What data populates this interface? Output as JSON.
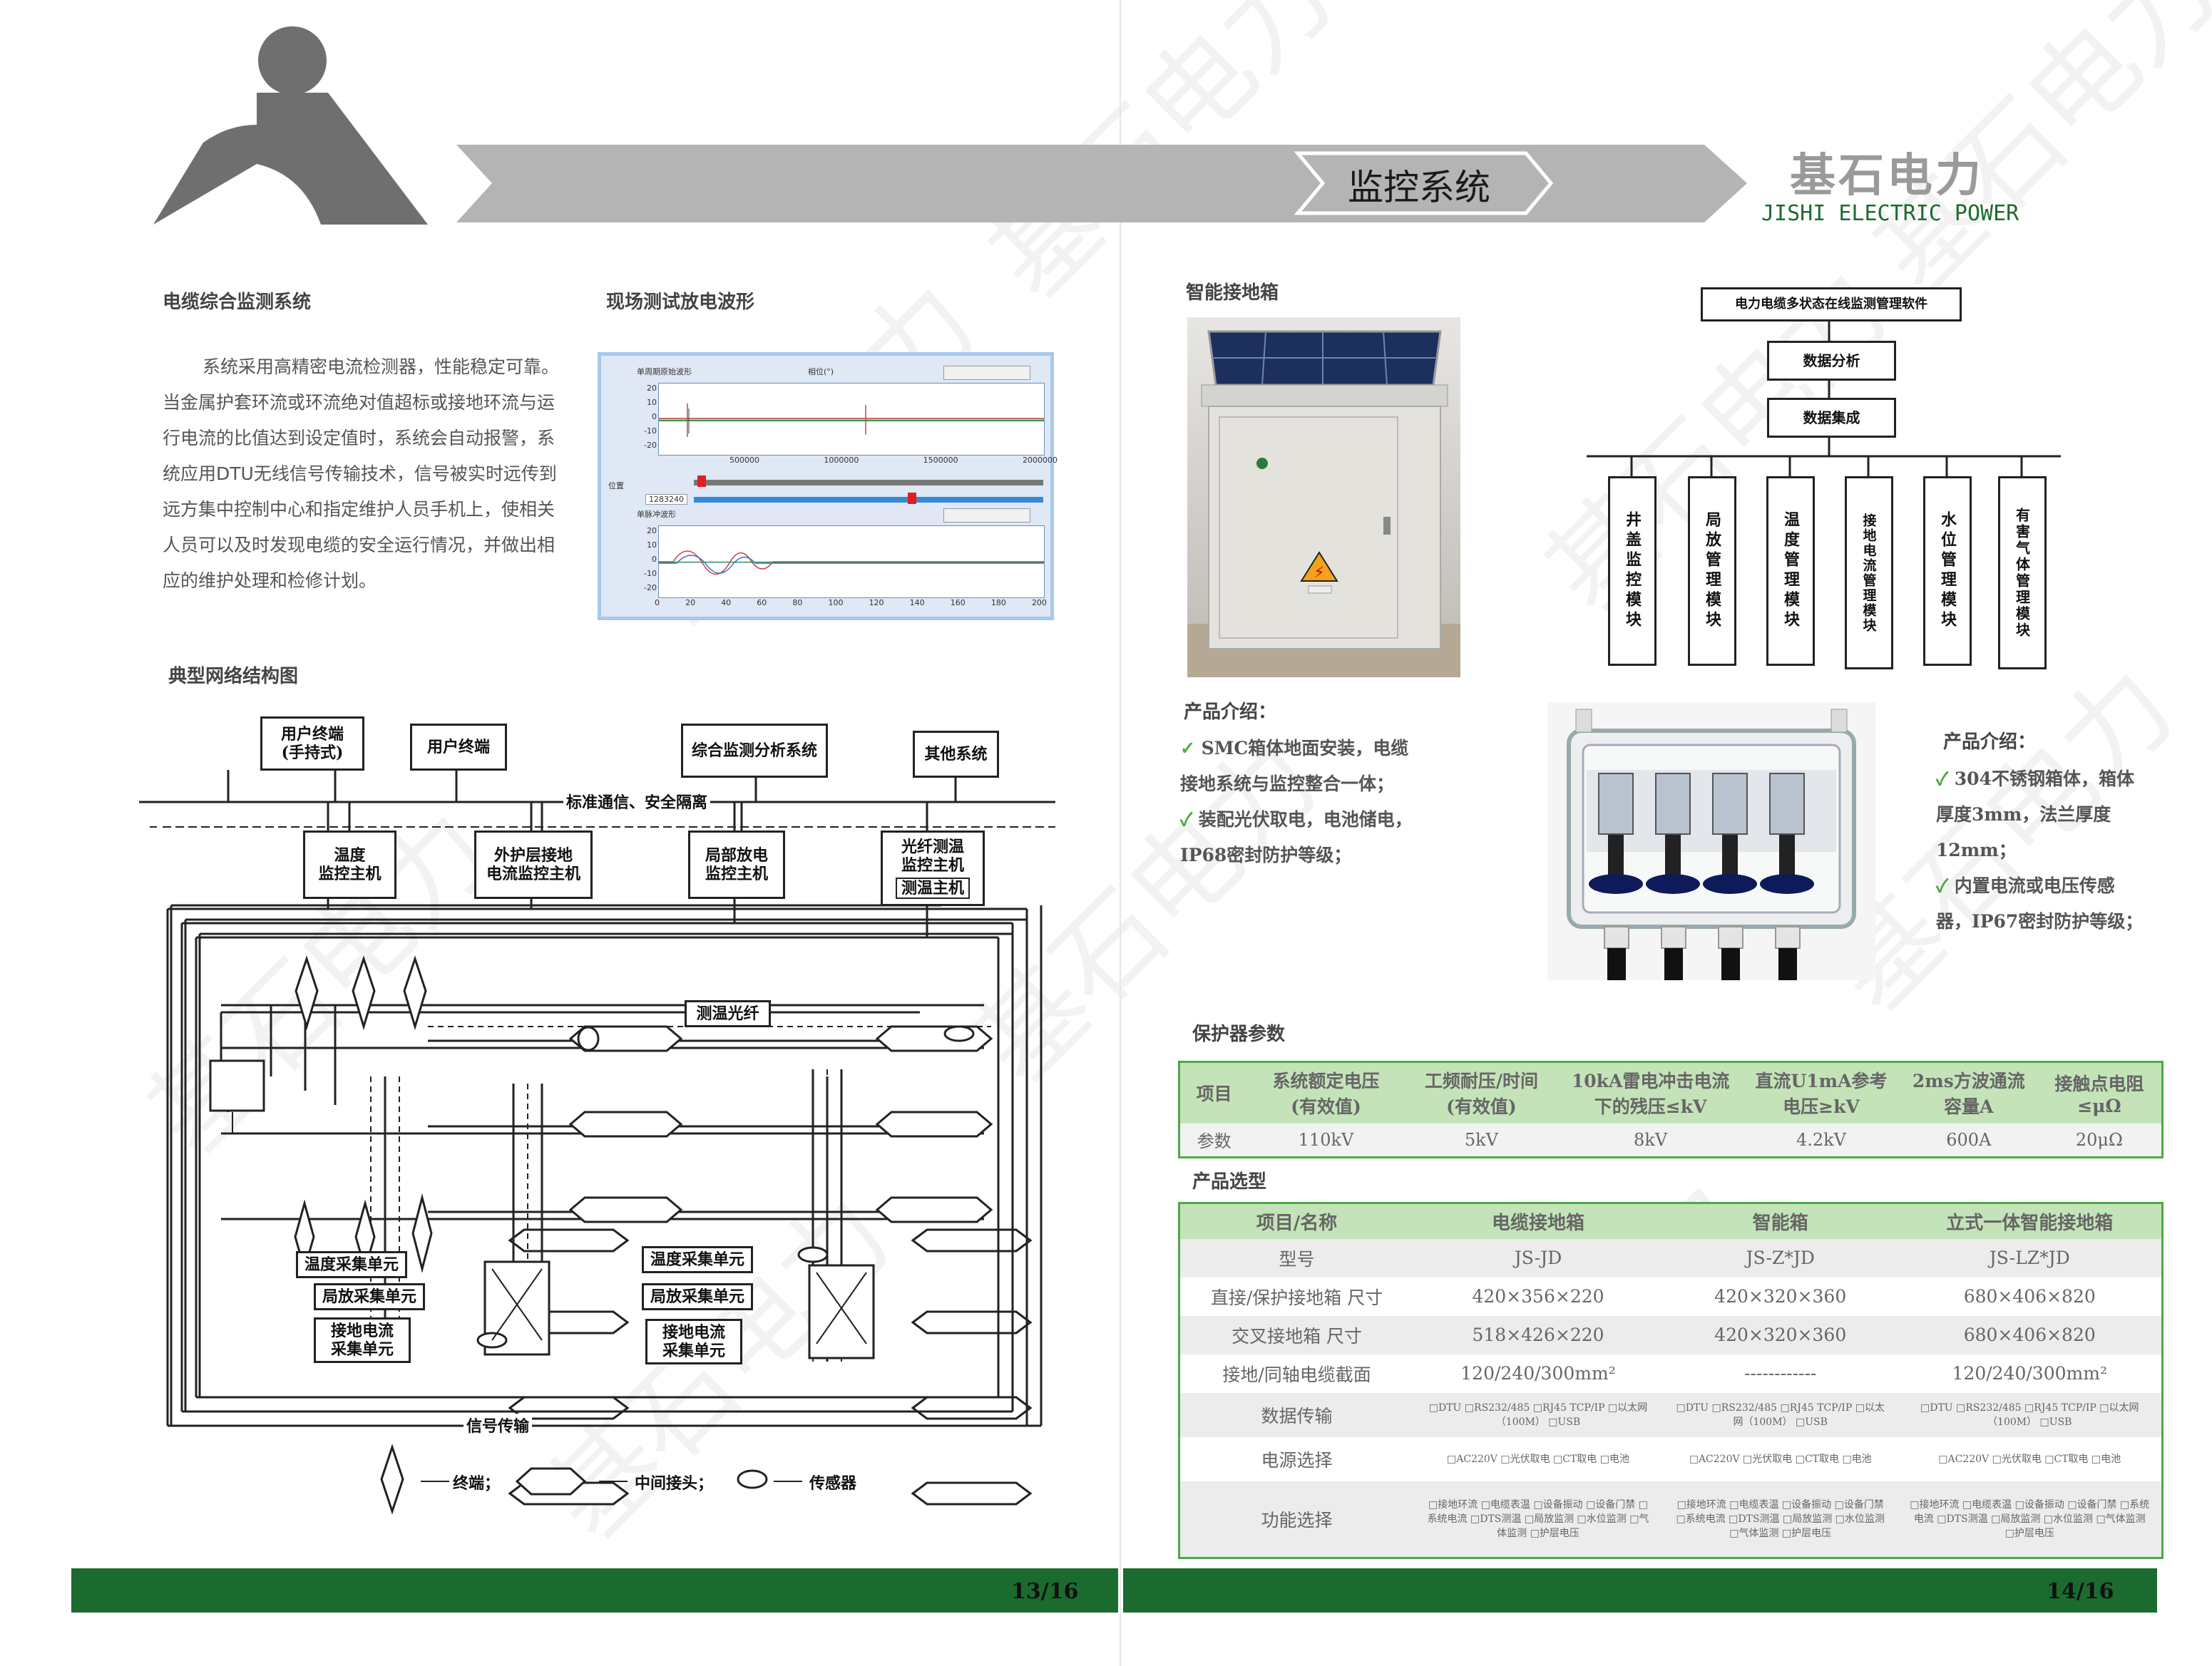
{
  "header": {
    "title": "监控系统",
    "brand_cn": "基石电力",
    "brand_en": "JISHI ELECTRIC POWER",
    "watermark": "基石电力"
  },
  "left_page": {
    "section1_title": "电缆综合监测系统",
    "section1_body": "系统采用高精密电流检测器，性能稳定可靠。当金属护套环流或环流绝对值超标或接地环流与运行电流的比值达到设定值时，系统会自动报警，系统应用DTU无线信号传输技术，信号被实时远传到远方集中控制中心和指定维护人员手机上，使相关人员可以及时发现电缆的安全运行情况，并做出相应的维护处理和检修计划。",
    "section2_title": "现场测试放电波形",
    "waveform": {
      "top_label": "单周期原始波形",
      "phase_label": "相位(°)",
      "top_yticks": [
        "20",
        "10",
        "0",
        "-10",
        "-20"
      ],
      "top_xticks": [
        "500000",
        "1000000",
        "1500000",
        "2000000"
      ],
      "position_label": "位置",
      "position_value": "1283240",
      "bottom_label": "单脉冲波形",
      "bottom_yticks": [
        "20",
        "10",
        "0",
        "-10",
        "-20"
      ],
      "bottom_xticks": [
        "0",
        "20",
        "40",
        "60",
        "80",
        "100",
        "120",
        "140",
        "160",
        "180",
        "200"
      ]
    },
    "section3_title": "典型网络结构图",
    "diagram": {
      "user_handheld": "用户终端\n(手持式)",
      "user_terminal": "用户终端",
      "analysis_system": "综合监测分析系统",
      "other_system": "其他系统",
      "comm_label": "标准通信、安全隔离",
      "temp_host": "温度\n监控主机",
      "sheath_host": "外护层接地\n电流监控主机",
      "pd_host": "局部放电\n监控主机",
      "fiber_host_top": "光纤测温\n监控主机",
      "fiber_host_bottom": "测温主机",
      "fiber_label": "测温光纤",
      "temp_unit": "温度采集单元",
      "pd_unit": "局放采集单元",
      "ground_unit": "接地电流\n采集单元",
      "signal_label": "信号传输",
      "legend_terminal": "终端；",
      "legend_joint": "中间接头；",
      "legend_sensor": "传感器"
    },
    "page_number": "13/16"
  },
  "right_page": {
    "box_title": "智能接地箱",
    "box_intro_title": "产品介绍：",
    "box_intro_items": [
      "SMC箱体地面安装，电缆接地系统与监控整合一体；",
      "装配光伏取电，电池储电，IP68密封防护等级；"
    ],
    "box_warning": "⚡",
    "software": {
      "top": "电力电缆多状态在线监测管理软件",
      "analysis": "数据分析",
      "integration": "数据集成",
      "modules": [
        "井盖监控模块",
        "局放管理模块",
        "温度管理模块",
        "接地电流管理模块",
        "水位管理模块",
        "有害气体管理模块"
      ]
    },
    "steel_intro_title": "产品介绍：",
    "steel_intro_items": [
      "304不锈钢箱体，箱体厚度3mm，法兰厚度12mm；",
      "内置电流或电压传感器，IP67密封防护等级；"
    ],
    "params_title": "保护器参数",
    "params_headers": [
      "项目",
      "系统额定电压(有效值)",
      "工频耐压/时间(有效值)",
      "10kA雷电冲击电流下的残压≤kV",
      "直流U1mA参考电压≥kV",
      "2ms方波通流容量A",
      "接触点电阻≤μΩ"
    ],
    "params_row": [
      "参数",
      "110kV",
      "5kV",
      "8kV",
      "4.2kV",
      "600A",
      "20μΩ"
    ],
    "select_title": "产品选型",
    "select_headers": [
      "项目/名称",
      "电缆接地箱",
      "智能箱",
      "立式一体智能接地箱"
    ],
    "select_rows": [
      [
        "型号",
        "JS-JD",
        "JS-Z*JD",
        "JS-LZ*JD"
      ],
      [
        "直接/保护接地箱 尺寸",
        "420×356×220",
        "420×320×360",
        "680×406×820"
      ],
      [
        "交叉接地箱 尺寸",
        "518×426×220",
        "420×320×360",
        "680×406×820"
      ],
      [
        "接地/同轴电缆截面",
        "120/240/300mm²",
        "------------",
        "120/240/300mm²"
      ],
      [
        "数据传输",
        "□DTU □RS232/485 □RJ45 TCP/IP □以太网（100M） □USB",
        "□DTU □RS232/485 □RJ45 TCP/IP □以太网（100M） □USB",
        "□DTU □RS232/485 □RJ45 TCP/IP □以太网（100M） □USB"
      ],
      [
        "电源选择",
        "□AC220V □光伏取电 □CT取电 □电池",
        "□AC220V □光伏取电 □CT取电 □电池",
        "□AC220V □光伏取电 □CT取电 □电池"
      ],
      [
        "功能选择",
        "□接地环流 □电缆表温 □设备振动 □设备门禁 □系统电流 □DTS测温 □局放监测 □水位监测 □气体监测 □护层电压",
        "□接地环流 □电缆表温 □设备振动 □设备门禁 □系统电流 □DTS测温 □局放监测 □水位监测 □气体监测 □护层电压",
        "□接地环流 □电缆表温 □设备振动 □设备门禁 □系统电流 □DTS测温 □局放监测 □水位监测 □气体监测 □护层电压"
      ]
    ],
    "page_number": "14/16"
  },
  "colors": {
    "footer_green": "#1b6b2f",
    "table_header_green": "#c5e3b9",
    "table_border_green": "#4ea944",
    "header_gray": "#b4b4b4",
    "logo_gray": "#6f6f6f"
  }
}
